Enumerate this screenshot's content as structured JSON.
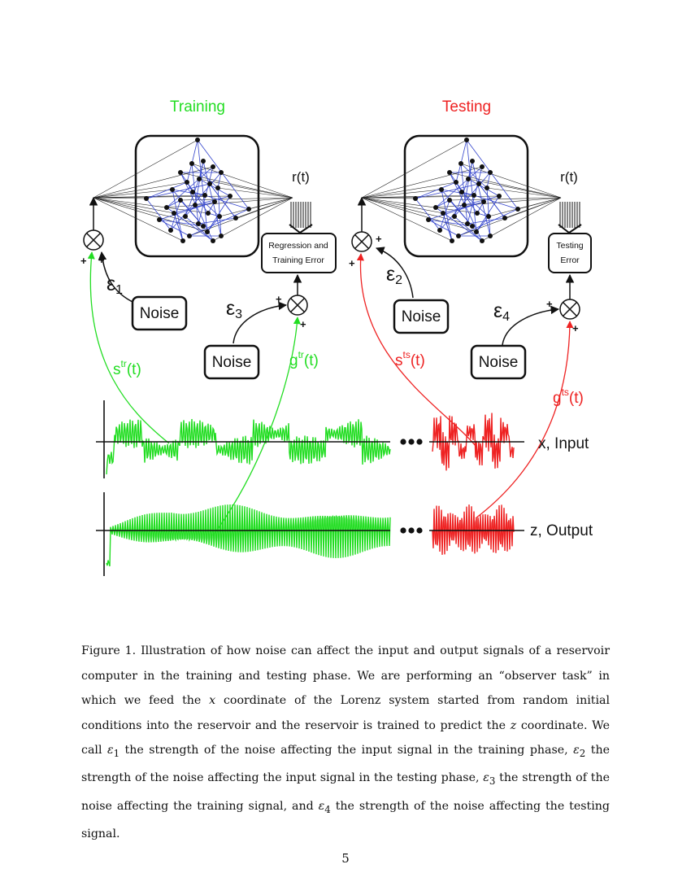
{
  "figure": {
    "training_title": "Training",
    "testing_title": "Testing",
    "colors": {
      "training": "#22dd22",
      "testing": "#ee2222",
      "network_edge": "#3344cc"
    },
    "rt_label": "r(t)",
    "regression_box": [
      "Regression and",
      "Training Error"
    ],
    "testing_box": [
      "Testing",
      "Error"
    ],
    "noise_label": "Noise",
    "eps": [
      "ε",
      "1",
      "2",
      "3",
      "4"
    ],
    "plus": "+",
    "s_tr": {
      "base": "s",
      "sup": "tr",
      "tail": "(t)"
    },
    "g_tr": {
      "base": "g",
      "sup": "tr",
      "tail": "(t)"
    },
    "s_ts": {
      "base": "s",
      "sup": "ts",
      "tail": "(t)"
    },
    "g_ts": {
      "base": "g",
      "sup": "ts",
      "tail": "(t)"
    },
    "x_label": "x, Input",
    "z_label": "z, Output"
  },
  "caption": {
    "lead": "Figure 1. Illustration of how noise can affect the input and output signals of a reservoir computer in the training and testing phase. We are performing an “observer task” in which we feed the ",
    "x": "x",
    "mid1": " coordinate of the Lorenz system started from random initial conditions into the reservoir and the reservoir is trained to predict the ",
    "z": "z",
    "mid2": " coordinate. We call ",
    "eps": "ε",
    "s1": "1",
    "t1": " the strength of the noise affecting the input signal in the training phase, ",
    "s2": "2",
    "t2": " the strength of the noise affecting the input signal in the testing phase, ",
    "s3": "3",
    "t3": " the strength of the noise affecting the training signal, and ",
    "s4": "4",
    "t4": " the strength of the noise affecting the testing signal."
  },
  "page_number": "5"
}
